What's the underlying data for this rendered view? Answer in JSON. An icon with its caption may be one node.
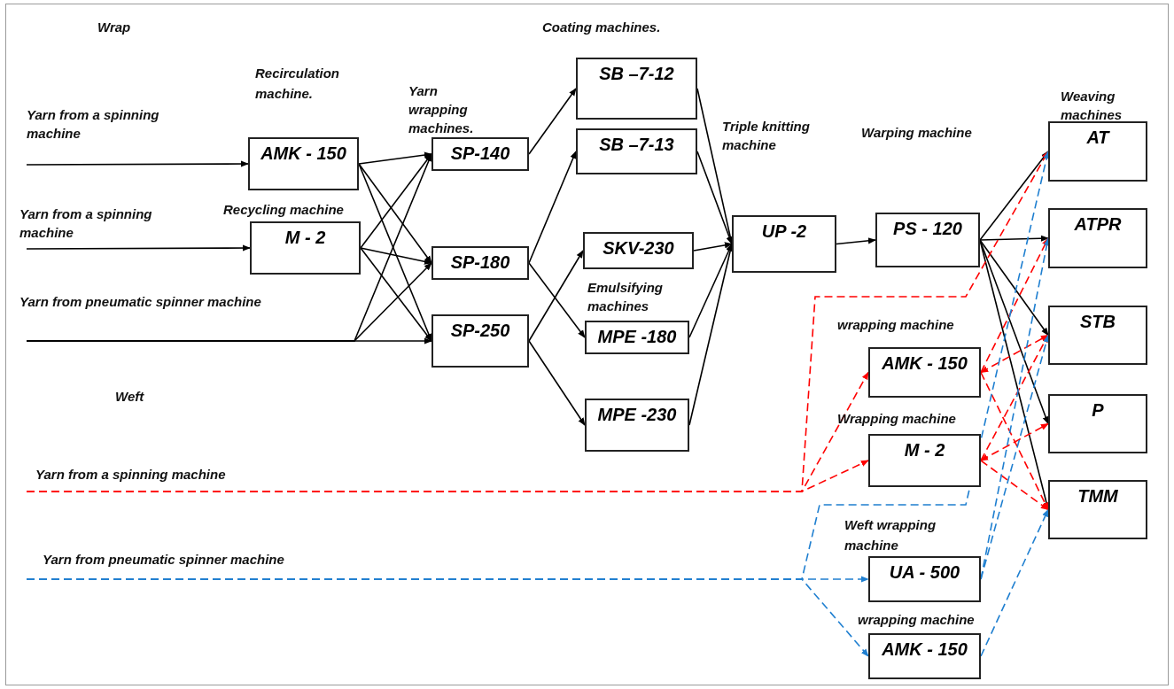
{
  "diagram": {
    "nodes": [
      {
        "text": [
          "AMK - 150"
        ],
        "beside": [
          "Recirculation machine."
        ]
      },
      {
        "text": [
          "M - 2"
        ],
        "beside": [
          "Recycling machine"
        ]
      },
      {
        "text": [
          "SP-140"
        ]
      },
      {
        "text": [
          "SP-180"
        ]
      },
      {
        "text": [
          "SP-250"
        ]
      },
      {
        "text": [
          "SB –7-12"
        ]
      },
      {
        "text": [
          "SB –7-13"
        ]
      },
      {
        "text": [
          "SKV-230"
        ]
      },
      {
        "text": [
          "MPE -180"
        ]
      },
      {
        "text": [
          "MPE -230"
        ]
      },
      {
        "text": [
          "UP -2"
        ]
      },
      {
        "text": [
          "PS - 120"
        ]
      },
      {
        "text": [
          "AT"
        ]
      },
      {
        "text": [
          "ATPR"
        ]
      },
      {
        "text": [
          "STB"
        ]
      },
      {
        "text": [
          "P"
        ]
      },
      {
        "text": [
          "TMM"
        ]
      },
      {
        "text": [
          "AMK - 150"
        ],
        "beside": [
          "wrapping machine"
        ]
      },
      {
        "text": [
          "M - 2"
        ],
        "beside": [
          "Wrapping machine"
        ]
      },
      {
        "text": [
          "UA - 500"
        ],
        "beside": [
          "Weft wrapping machine"
        ]
      },
      {
        "text": [
          "AMK - 150"
        ],
        "beside": [
          "wrapping machine"
        ]
      }
    ],
    "edges": [
      {
        "from": null,
        "to": 0,
        "arrow": "to"
      },
      {
        "from": null,
        "to": 1,
        "arrow": "to"
      },
      {
        "from": null,
        "to": 2,
        "arrow": "to"
      },
      {
        "from": null,
        "to": 3,
        "arrow": "to"
      },
      {
        "from": null,
        "to": 4,
        "arrow": "to"
      },
      {
        "from": 0,
        "to": 2,
        "arrow": "to"
      },
      {
        "from": 0,
        "to": 3,
        "arrow": "to"
      },
      {
        "from": 0,
        "to": 4,
        "arrow": "to"
      },
      {
        "from": 1,
        "to": 2,
        "arrow": "to"
      },
      {
        "from": 1,
        "to": 3,
        "arrow": "to"
      },
      {
        "from": 1,
        "to": 4,
        "arrow": "to"
      },
      {
        "from": 2,
        "to": 5,
        "arrow": "to"
      },
      {
        "from": 3,
        "to": 6,
        "arrow": "to"
      },
      {
        "from": 3,
        "to": 8,
        "arrow": "to"
      },
      {
        "from": 4,
        "to": 7,
        "arrow": "to"
      },
      {
        "from": 4,
        "to": 9,
        "arrow": "to"
      },
      {
        "from": 5,
        "to": 10,
        "arrow": "to"
      },
      {
        "from": 6,
        "to": 10,
        "arrow": "to"
      },
      {
        "from": 7,
        "to": 10,
        "arrow": "to"
      },
      {
        "from": 8,
        "to": 10,
        "arrow": "to"
      },
      {
        "from": 9,
        "to": 10,
        "arrow": "to"
      },
      {
        "from": 10,
        "to": 11,
        "arrow": "to"
      },
      {
        "from": 11,
        "to": 12,
        "arrow": "to"
      },
      {
        "from": 11,
        "to": 13,
        "arrow": "to"
      },
      {
        "from": 11,
        "to": 14,
        "arrow": "to"
      },
      {
        "from": 11,
        "to": 15,
        "arrow": "to"
      },
      {
        "from": 11,
        "to": 16,
        "arrow": "to"
      },
      {
        "from": null,
        "to": 12,
        "arrow": "to",
        "style": "dashed",
        "color": "#ff0000"
      },
      {
        "from": null,
        "to": 17,
        "arrow": "to",
        "style": "dashed",
        "color": "#ff0000"
      },
      {
        "from": null,
        "to": 18,
        "arrow": "to",
        "style": "dashed",
        "color": "#ff0000"
      },
      {
        "from": 17,
        "to": 13,
        "arrow": "to",
        "style": "dashed",
        "color": "#ff0000"
      },
      {
        "from": 17,
        "to": 14,
        "arrow": "both",
        "style": "dashed",
        "color": "#ff0000"
      },
      {
        "from": 17,
        "to": 16,
        "arrow": "to",
        "style": "dashed",
        "color": "#ff0000"
      },
      {
        "from": 18,
        "to": 14,
        "arrow": "to",
        "style": "dashed",
        "color": "#ff0000"
      },
      {
        "from": 18,
        "to": 15,
        "arrow": "both",
        "style": "dashed",
        "color": "#ff0000"
      },
      {
        "from": 18,
        "to": 16,
        "arrow": "to",
        "style": "dashed",
        "color": "#ff0000"
      },
      {
        "from": null,
        "to": 12,
        "arrow": "to",
        "style": "dashed",
        "color": "#1f7fd0"
      },
      {
        "from": null,
        "to": 19,
        "arrow": "to",
        "style": "dashed",
        "color": "#1f7fd0"
      },
      {
        "from": null,
        "to": 20,
        "arrow": "to",
        "style": "dashed",
        "color": "#1f7fd0"
      },
      {
        "from": 19,
        "to": 13,
        "arrow": "to",
        "style": "dashed",
        "color": "#1f7fd0"
      },
      {
        "from": 19,
        "to": 14,
        "arrow": "to",
        "style": "dashed",
        "color": "#1f7fd0"
      },
      {
        "from": 20,
        "to": 16,
        "arrow": "to",
        "style": "dashed",
        "color": "#1f7fd0"
      }
    ],
    "labels": [
      "Wrap",
      "Coating machines.",
      "Yarn wrapping machines.",
      "Weaving machines",
      "Triple knitting machine",
      "Warping machine",
      "Yarn from a spinning machine",
      "Yarn from a spinning machine",
      "Yarn from pneumatic spinner machine",
      "Emulsifying machines",
      "Weft",
      "Yarn from a spinning machine",
      "Yarn from pneumatic spinner machine"
    ]
  }
}
